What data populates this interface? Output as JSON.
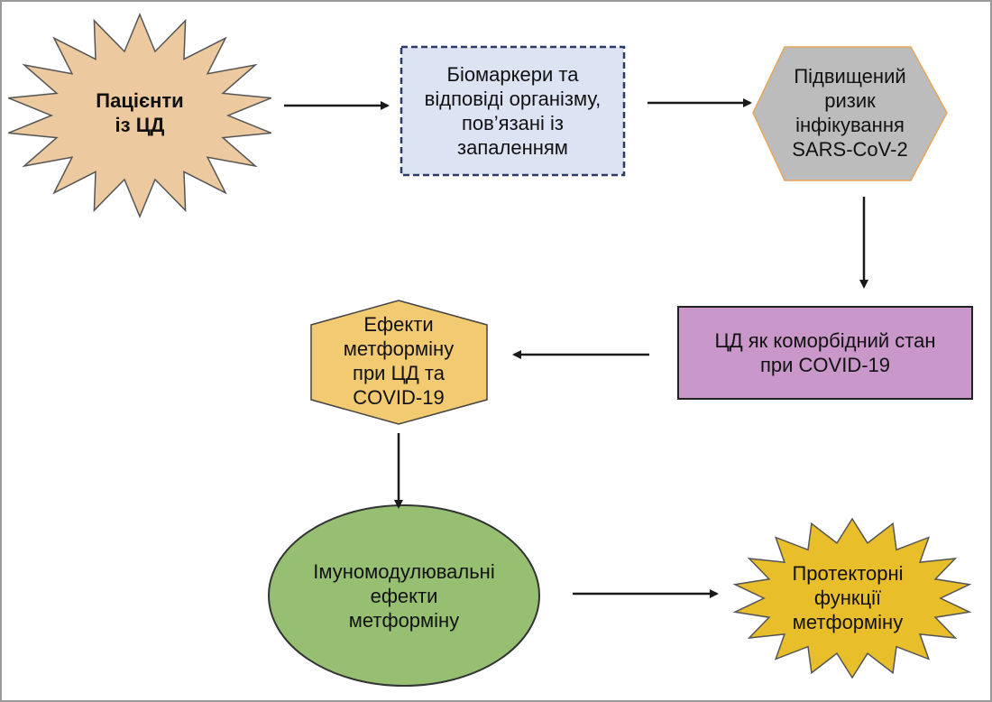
{
  "nodes": {
    "patients": {
      "text": "Пацієнти\nіз ЦД",
      "fill": "#ecc99e"
    },
    "biomarkers": {
      "text": "Біомаркери та\nвідповіді організму,\nпов’язані із\nзапаленням",
      "fill": "#dce3f3"
    },
    "risk": {
      "text": "Підвищений\nризик\nінфікування\nSARS-CoV-2",
      "fill": "#bcbcbc"
    },
    "comorbid": {
      "text": "ЦД як коморбідний стан\nпри COVID-19",
      "fill": "#c997c9"
    },
    "metformin_effects": {
      "text": "Ефекти\nметформіну\nпри ЦД та\nCOVID-19",
      "fill": "#f2ca72"
    },
    "immunomodulatory": {
      "text": "Імуномодулювальні\nефекти\nметформіну",
      "fill": "#97bf72"
    },
    "protective": {
      "text": "Протекторні\nфункції\nметформіну",
      "fill": "#e9be2b"
    }
  },
  "colors": {
    "arrow": "#1a1a1a",
    "outline": "#555555",
    "frame": "#9a9a9a"
  }
}
